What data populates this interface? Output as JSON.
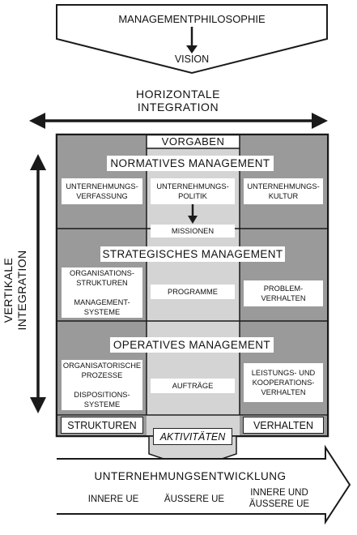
{
  "philosophy": {
    "title": "MANAGEMENTPHILOSOPHIE",
    "vision": "VISION"
  },
  "horizontal": {
    "line1": "HORIZONTALE",
    "line2": "INTEGRATION"
  },
  "vertical": {
    "line1": "VERTIKALE",
    "line2": "INTEGRATION"
  },
  "vorgaben": "VORGABEN",
  "normative": {
    "title": "NORMATIVES MANAGEMENT",
    "left": "UNTERNEHMUNGS-\nVERFASSUNG",
    "center": "UNTERNEHMUNGS-\nPOLITIK",
    "missionen": "MISSIONEN",
    "right": "UNTERNEHMUNGS-\nKULTUR"
  },
  "strategic": {
    "title": "STRATEGISCHES MANAGEMENT",
    "left": "ORGANISATIONS-\nSTRUKTUREN\n\nMANAGEMENT-\nSYSTEME",
    "center": "PROGRAMME",
    "right": "PROBLEM-\nVERHALTEN"
  },
  "operative": {
    "title": "OPERATIVES MANAGEMENT",
    "left": "ORGANISATORISCHE\nPROZESSE\n\nDISPOSITIONS-\nSYSTEME",
    "center": "AUFTRÄGE",
    "right": "LEISTUNGS- UND\nKOOPERATIONS-\nVERHALTEN"
  },
  "footer": {
    "strukturen": "STRUKTUREN",
    "aktivitaeten": "AKTIVITÄTEN",
    "verhalten": "VERHALTEN"
  },
  "development": {
    "title": "UNTERNEHMUNGSENTWICKLUNG",
    "inner": "INNERE UE",
    "outer": "ÄUSSERE UE",
    "both": "INNERE UND\nÄUSSERE UE"
  },
  "colors": {
    "dark_gray": "#9a9a9a",
    "light_gray": "#d4d4d4",
    "line": "#1a1a1a"
  }
}
